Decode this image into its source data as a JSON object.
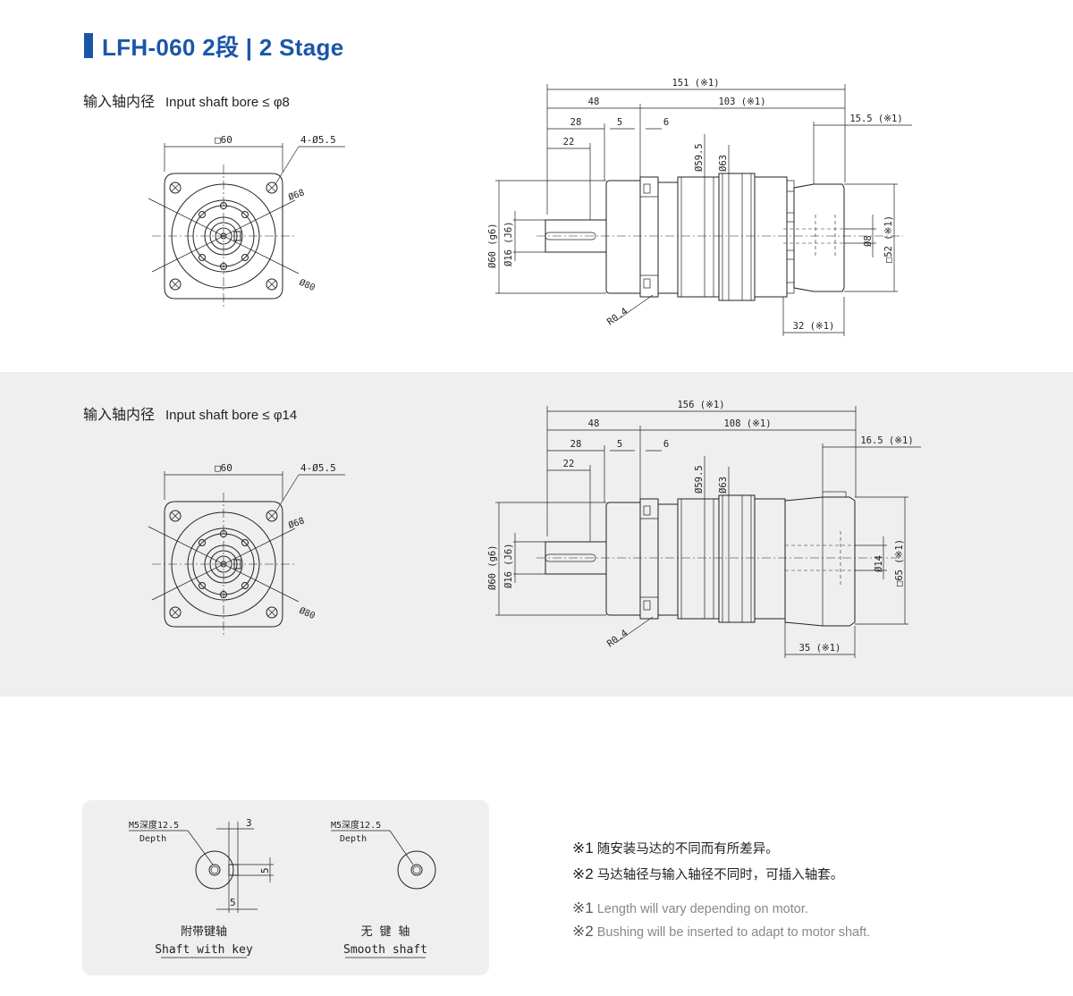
{
  "page": {
    "title": "LFH-060  2段  | 2 Stage",
    "accent_color": "#1a56a8",
    "band_color": "#efefef"
  },
  "section_top": {
    "bore_cn": "输入轴内径",
    "bore_en": "Input shaft bore  ≤ φ8",
    "front": {
      "square": "□60",
      "holes": "4-Ø5.5",
      "pcd_inner": "Ø68",
      "pcd_outer": "Ø80"
    },
    "side": {
      "total": "151 (※1)",
      "left_len": "48",
      "right_len": "103 (※1)",
      "d28": "28",
      "d5": "5",
      "d6": "6",
      "d22": "22",
      "motor_flange": "15.5 (※1)",
      "dia595": "Ø59.5",
      "dia63": "Ø63",
      "dia60": "Ø60 (g6)",
      "dia16": "Ø16 (J6)",
      "r04": "R0.4",
      "bore": "Ø8",
      "sq": "□52 (※1)",
      "bottom": "32 (※1)"
    }
  },
  "section_bottom": {
    "bore_cn": "输入轴内径",
    "bore_en": "Input shaft bore  ≤ φ14",
    "front": {
      "square": "□60",
      "holes": "4-Ø5.5",
      "pcd_inner": "Ø68",
      "pcd_outer": "Ø80"
    },
    "side": {
      "total": "156 (※1)",
      "left_len": "48",
      "right_len": "108 (※1)",
      "d28": "28",
      "d5": "5",
      "d6": "6",
      "d22": "22",
      "motor_flange": "16.5 (※1)",
      "dia595": "Ø59.5",
      "dia63": "Ø63",
      "dia60": "Ø60 (g6)",
      "dia16": "Ø16 (J6)",
      "r04": "R0.4",
      "bore": "Ø14",
      "sq": "□65 (※1)",
      "bottom": "35 (※1)"
    }
  },
  "legend": {
    "keyed": {
      "tap": "M5深度12.5",
      "depth": "Depth",
      "d3": "3",
      "d5v": "5",
      "d5h": "5",
      "label_cn": "附带键轴",
      "label_en": "Shaft with key"
    },
    "smooth": {
      "tap": "M5深度12.5",
      "depth": "Depth",
      "label_cn": "无 键 轴",
      "label_en": "Smooth shaft"
    }
  },
  "notes": {
    "mark1": "※1",
    "mark2": "※2",
    "cn1": "随安装马达的不同而有所差异。",
    "cn2": "马达轴径与输入轴径不同时，可插入轴套。",
    "en1": "Length will vary depending on motor.",
    "en2": "Bushing will be inserted to adapt to motor shaft."
  }
}
